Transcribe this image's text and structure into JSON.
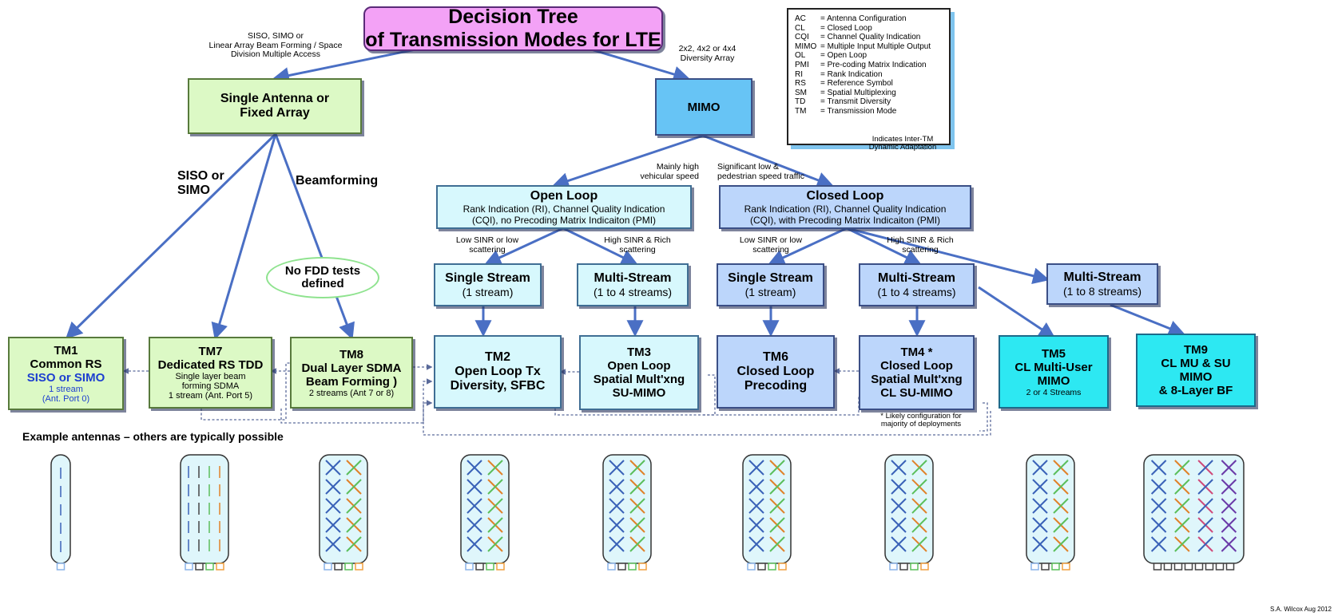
{
  "title": {
    "line1": "Decision Tree",
    "line2": "of Transmission Modes for LTE"
  },
  "single_antenna": {
    "line1": "Single Antenna or",
    "line2": "Fixed Array"
  },
  "mimo_box": {
    "label": "MIMO"
  },
  "edge_labels": {
    "siso_top": {
      "line1": "SISO, SIMO or",
      "line2": "Linear Array Beam Forming / Space",
      "line3": "Division Multiple Access"
    },
    "diversity": {
      "line1": "2x2, 4x2 or 4x4",
      "line2": "Diversity Array"
    },
    "siso_simo": {
      "line1": "SISO or",
      "line2": "SIMO"
    },
    "beamforming": "Beamforming",
    "vehicular": {
      "line1": "Mainly high",
      "line2": "vehicular speed"
    },
    "pedestrian": {
      "line1": "Significant low  &",
      "line2": "pedestrian speed traffic"
    },
    "ol_low": {
      "line1": "Low SINR or low",
      "line2": "scattering"
    },
    "ol_high": {
      "line1": "High SINR &  Rich",
      "line2": "scattering"
    },
    "cl_low": {
      "line1": "Low SINR or low",
      "line2": "scattering"
    },
    "cl_high": {
      "line1": "High SINR &  Rich",
      "line2": "scattering"
    },
    "inter_tm": {
      "line1": "Indicates Inter-TM",
      "line2": "Dynamic Adaptation"
    }
  },
  "no_fdd": {
    "line1": "No FDD tests",
    "line2": "defined"
  },
  "open_loop": {
    "title": "Open Loop",
    "line1": "Rank Indication (RI), Channel Quality Indication",
    "line2": "(CQI), no Precoding Matrix Indicaiton (PMI)"
  },
  "closed_loop": {
    "title": "Closed Loop",
    "line1": "Rank Indication (RI), Channel Quality Indication",
    "line2": "(CQI), with Precoding Matrix Indicaiton (PMI)"
  },
  "streams": {
    "ol_single": {
      "title": "Single Stream",
      "sub": "(1 stream)"
    },
    "ol_multi": {
      "title": "Multi-Stream",
      "sub": "(1 to 4 streams)"
    },
    "cl_single": {
      "title": "Single Stream",
      "sub": "(1 stream)"
    },
    "cl_multi": {
      "title": "Multi-Stream",
      "sub": "(1 to 4 streams)"
    },
    "cl_multi8": {
      "title": "Multi-Stream",
      "sub": "(1 to 8 streams)"
    }
  },
  "modes": {
    "tm1": {
      "l1": "TM1",
      "l2": "Common RS",
      "l3": "SISO or SIMO",
      "l4": "1 stream",
      "l5": "(Ant. Port 0)"
    },
    "tm7": {
      "l1": "TM7",
      "l2": "Dedicated RS TDD",
      "l3": "Single layer beam",
      "l4": "forming SDMA",
      "l5": "1 stream (Ant. Port 5)"
    },
    "tm8": {
      "l1": "TM8",
      "l2": "Dual Layer SDMA",
      "l3": "Beam Forming )",
      "l4": "2 streams (Ant 7 or 8)"
    },
    "tm2": {
      "l1": "TM2",
      "l2": "Open Loop Tx",
      "l3": "Diversity, SFBC"
    },
    "tm3": {
      "l1": "TM3",
      "l2": "Open Loop",
      "l3": "Spatial Mult'xng",
      "l4": "SU-MIMO"
    },
    "tm6": {
      "l1": "TM6",
      "l2": "Closed Loop",
      "l3": "Precoding"
    },
    "tm4": {
      "l1": "TM4 *",
      "l2": "Closed Loop",
      "l3": "Spatial Mult'xng",
      "l4": "CL SU-MIMO"
    },
    "tm5": {
      "l1": "TM5",
      "l2": "CL Multi-User",
      "l3": "MIMO",
      "l4": "2 or 4 Streams"
    },
    "tm9": {
      "l1": "TM9",
      "l2": "CL MU & SU",
      "l3": "MIMO",
      "l4": "& 8-Layer BF"
    }
  },
  "tm4_note": {
    "line1": "* Likely configuration for",
    "line2": "majority of deployments"
  },
  "example_caption": "Example antennas – others are typically possible",
  "credit": "S.A. Wilcox Aug 2012",
  "legend": [
    {
      "abbr": "AC",
      "def": "= Antenna Configuration"
    },
    {
      "abbr": "CL",
      "def": "= Closed Loop"
    },
    {
      "abbr": "CQI",
      "def": "= Channel Quality Indication"
    },
    {
      "abbr": "MIMO",
      "def": "= Multiple Input Multiple Output"
    },
    {
      "abbr": "OL",
      "def": "= Open Loop"
    },
    {
      "abbr": "PMI",
      "def": "= Pre-coding Matrix Indication"
    },
    {
      "abbr": "RI",
      "def": "= Rank Indication"
    },
    {
      "abbr": "RS",
      "def": "= Reference Symbol"
    },
    {
      "abbr": "SM",
      "def": "= Spatial Multiplexing"
    },
    {
      "abbr": "TD",
      "def": "= Transmit Diversity"
    },
    {
      "abbr": "TM",
      "def": "= Transmission Mode"
    }
  ],
  "colors": {
    "arrow": "#4a6fc4",
    "dashed": "#5a6a9a",
    "title_fill": "#f3a2f6",
    "green_fill": "#dcf9c5",
    "cyan_fill": "#2de8f2",
    "blue_fill": "#bcd6fb"
  }
}
